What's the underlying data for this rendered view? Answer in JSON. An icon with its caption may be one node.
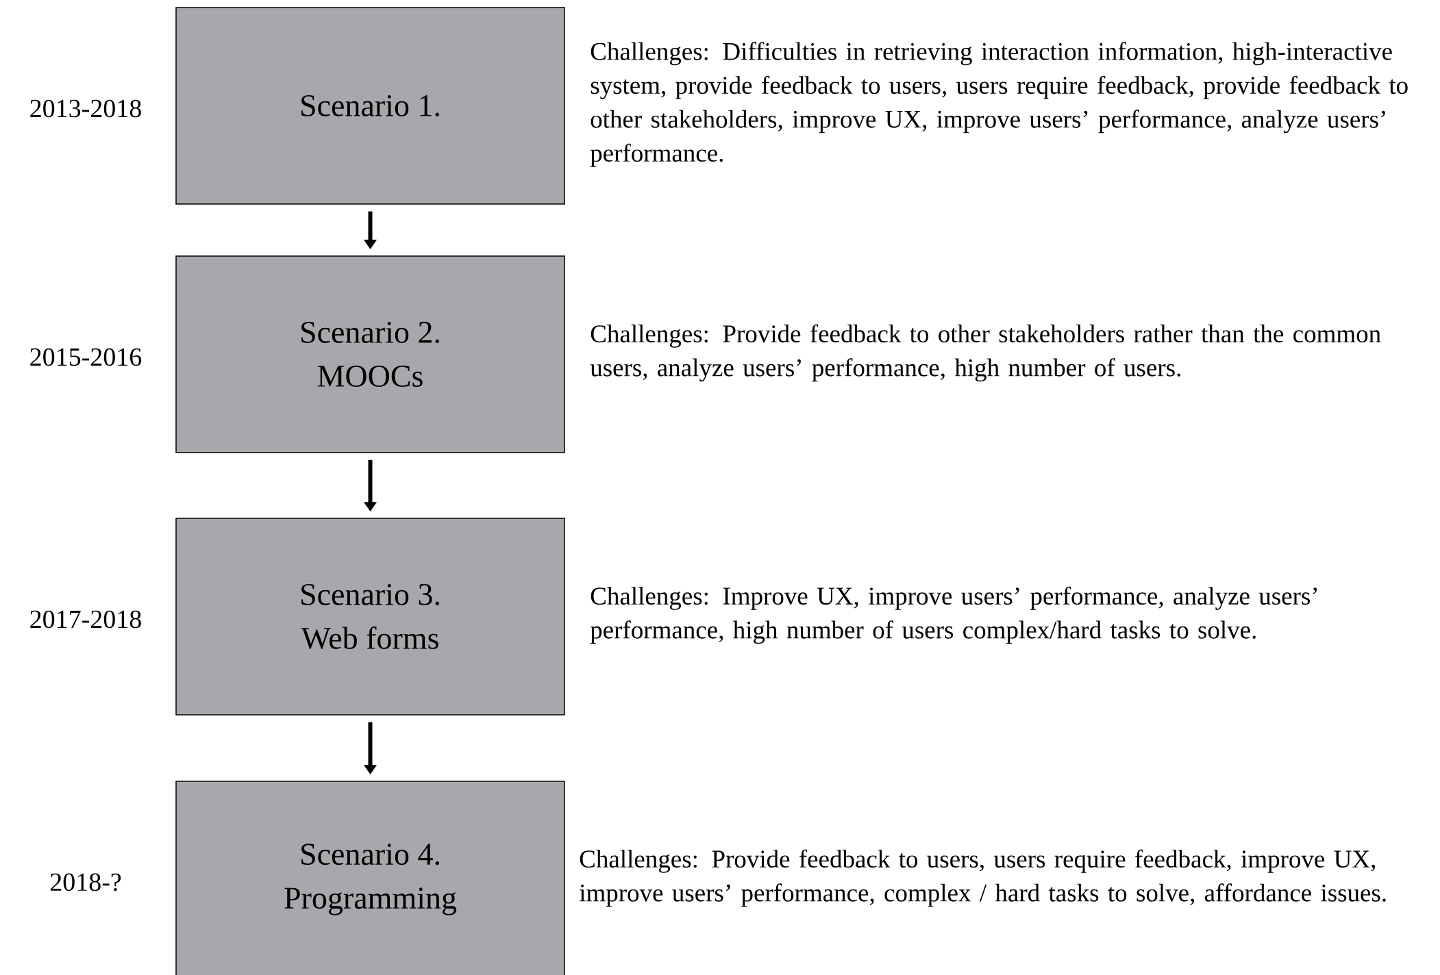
{
  "diagram": {
    "nodes": [
      {
        "text": [
          "Scenario 1."
        ],
        "beside": [
          "2013-2018",
          "Challenges: Difficulties in retrieving interaction information, high-interactive system, provide feedback to users, users require feedback, provide feedback to other stakeholders, improve UX, improve users’ performance, analyze users’ performance."
        ]
      },
      {
        "text": [
          "Scenario 2.",
          "MOOCs"
        ],
        "beside": [
          "2015-2016",
          "Challenges: Provide feedback to other stakeholders rather than the common users, analyze users’ performance, high number of users."
        ]
      },
      {
        "text": [
          "Scenario 3.",
          "Web forms"
        ],
        "beside": [
          "2017-2018",
          "Challenges: Improve UX, improve users’ performance, analyze users’ performance, high number of users complex/hard tasks to solve."
        ]
      },
      {
        "text": [
          "Scenario 4.",
          "Programming"
        ],
        "beside": [
          "2018-?",
          "Challenges: Provide feedback to users, users require feedback, improve UX, improve users’ performance, complex / hard tasks to solve, affordance issues."
        ]
      }
    ],
    "edges": [
      {
        "from": 0,
        "to": 1,
        "arrow": "to"
      },
      {
        "from": 1,
        "to": 2,
        "arrow": "to"
      },
      {
        "from": 2,
        "to": 3,
        "arrow": "to"
      }
    ]
  }
}
